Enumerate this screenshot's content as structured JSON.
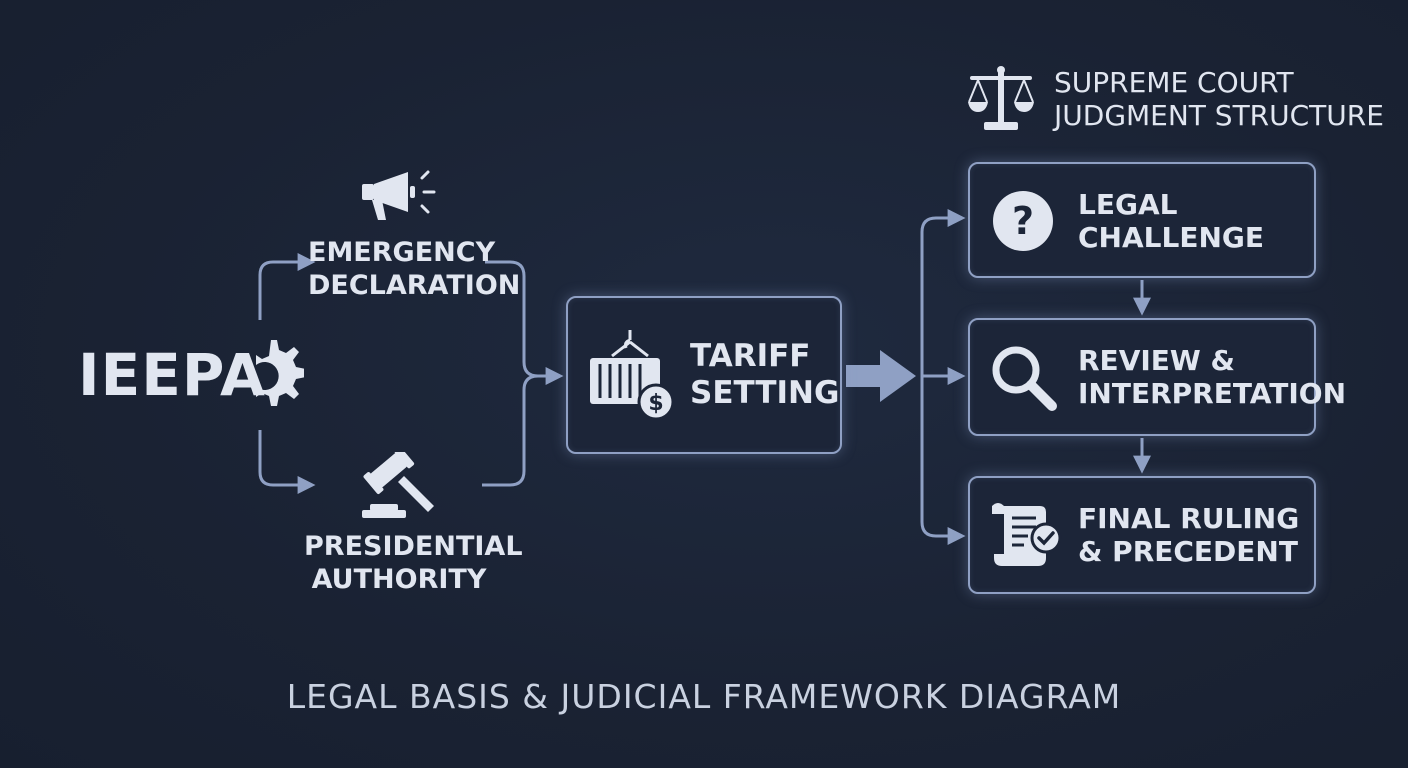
{
  "source": {
    "label": "IEEPA",
    "icon": "gear-icon"
  },
  "nodes": {
    "emergency": {
      "lines": [
        "EMERGENCY",
        "DECLARATION"
      ],
      "icon": "megaphone-icon"
    },
    "presidential": {
      "lines": [
        "PRESIDENTIAL",
        "AUTHORITY"
      ],
      "icon": "gavel-icon"
    },
    "tariff": {
      "lines": [
        "TARIFF",
        "SETTING"
      ],
      "icon": "container-dollar-icon"
    }
  },
  "court": {
    "heading": [
      "SUPREME COURT",
      "JUDGMENT STRUCTURE"
    ],
    "icon": "scales-icon",
    "steps": [
      {
        "lines": [
          "LEGAL",
          "CHALLENGE"
        ],
        "icon": "question-icon"
      },
      {
        "lines": [
          "REVIEW &",
          "INTERPRETATION"
        ],
        "icon": "magnifier-icon"
      },
      {
        "lines": [
          "FINAL RULING",
          "& PRECEDENT"
        ],
        "icon": "scroll-check-icon"
      }
    ]
  },
  "footer": {
    "title": "LEGAL BASIS & JUDICIAL FRAMEWORK DIAGRAM"
  },
  "colors": {
    "background": "#1b2436",
    "stroke": "#8fa0c4",
    "text": "#e1e6f0"
  }
}
